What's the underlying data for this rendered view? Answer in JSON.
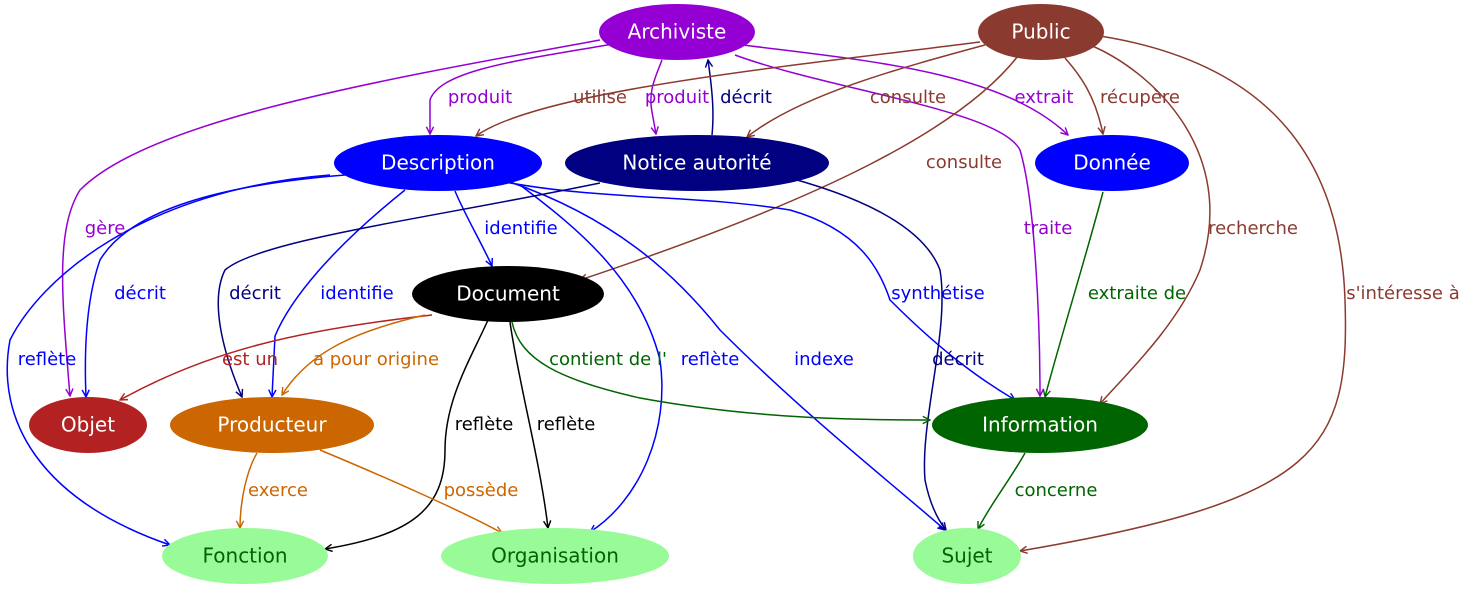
{
  "nodes": [
    {
      "id": "archiviste",
      "label": "Archiviste",
      "fill": "#9400d3",
      "text_color": "#ffffff"
    },
    {
      "id": "public",
      "label": "Public",
      "fill": "#8b3a2f",
      "text_color": "#ffffff"
    },
    {
      "id": "description",
      "label": "Description",
      "fill": "#0000ff",
      "text_color": "#ffffff"
    },
    {
      "id": "notice",
      "label": "Notice autorité",
      "fill": "#000080",
      "text_color": "#ffffff"
    },
    {
      "id": "donnee",
      "label": "Donnée",
      "fill": "#0000ff",
      "text_color": "#ffffff"
    },
    {
      "id": "document",
      "label": "Document",
      "fill": "#000000",
      "text_color": "#ffffff"
    },
    {
      "id": "objet",
      "label": "Objet",
      "fill": "#b22222",
      "text_color": "#ffffff"
    },
    {
      "id": "producteur",
      "label": "Producteur",
      "fill": "#cc6600",
      "text_color": "#ffffff"
    },
    {
      "id": "information",
      "label": "Information",
      "fill": "#006400",
      "text_color": "#ffffff"
    },
    {
      "id": "fonction",
      "label": "Fonction",
      "fill": "#98fb98",
      "text_color": "#006400"
    },
    {
      "id": "organisation",
      "label": "Organisation",
      "fill": "#98fb98",
      "text_color": "#006400"
    },
    {
      "id": "sujet",
      "label": "Sujet",
      "fill": "#98fb98",
      "text_color": "#006400"
    }
  ],
  "edges": [
    {
      "from": "archiviste",
      "to": "description",
      "label": "produit",
      "color": "#9400d3"
    },
    {
      "from": "archiviste",
      "to": "notice",
      "label": "produit",
      "color": "#9400d3"
    },
    {
      "from": "archiviste",
      "to": "objet",
      "label": "gère",
      "color": "#9400d3"
    },
    {
      "from": "archiviste",
      "to": "information",
      "label": "traite",
      "color": "#9400d3"
    },
    {
      "from": "archiviste",
      "to": "donnee",
      "label": "extrait",
      "color": "#9400d3"
    },
    {
      "from": "notice",
      "to": "archiviste",
      "label": "décrit",
      "color": "#000080"
    },
    {
      "from": "public",
      "to": "description",
      "label": "utilise",
      "color": "#8b3a2f"
    },
    {
      "from": "public",
      "to": "notice",
      "label": "consulte",
      "color": "#8b3a2f"
    },
    {
      "from": "public",
      "to": "document",
      "label": "consulte",
      "color": "#8b3a2f"
    },
    {
      "from": "public",
      "to": "donnee",
      "label": "récupère",
      "color": "#8b3a2f"
    },
    {
      "from": "public",
      "to": "information",
      "label": "recherche",
      "color": "#8b3a2f"
    },
    {
      "from": "public",
      "to": "sujet",
      "label": "s'intéresse à",
      "color": "#8b3a2f"
    },
    {
      "from": "description",
      "to": "document",
      "label": "identifie",
      "color": "#0000ff"
    },
    {
      "from": "description",
      "to": "objet",
      "label": "décrit",
      "color": "#0000ff"
    },
    {
      "from": "description",
      "to": "producteur",
      "label": "identifie",
      "color": "#0000ff"
    },
    {
      "from": "description",
      "to": "fonction",
      "label": "reflète",
      "color": "#0000ff"
    },
    {
      "from": "description",
      "to": "organisation",
      "label": "reflète",
      "color": "#0000ff"
    },
    {
      "from": "description",
      "to": "sujet",
      "label": "indexe",
      "color": "#0000ff"
    },
    {
      "from": "description",
      "to": "information",
      "label": "synthétise",
      "color": "#0000ff"
    },
    {
      "from": "notice",
      "to": "producteur",
      "label": "décrit",
      "color": "#000080"
    },
    {
      "from": "notice",
      "to": "sujet",
      "label": "décrit",
      "color": "#000080"
    },
    {
      "from": "donnee",
      "to": "information",
      "label": "extraite de",
      "color": "#006400"
    },
    {
      "from": "document",
      "to": "objet",
      "label": "est un",
      "color": "#b22222"
    },
    {
      "from": "document",
      "to": "producteur",
      "label": "a pour origine",
      "color": "#cc6600"
    },
    {
      "from": "document",
      "to": "information",
      "label": "contient de l'",
      "color": "#006400"
    },
    {
      "from": "document",
      "to": "fonction",
      "label": "reflète",
      "color": "#000000"
    },
    {
      "from": "document",
      "to": "organisation",
      "label": "reflète",
      "color": "#000000"
    },
    {
      "from": "producteur",
      "to": "fonction",
      "label": "exerce",
      "color": "#cc6600"
    },
    {
      "from": "producteur",
      "to": "organisation",
      "label": "possède",
      "color": "#cc6600"
    },
    {
      "from": "information",
      "to": "sujet",
      "label": "concerne",
      "color": "#006400"
    }
  ]
}
